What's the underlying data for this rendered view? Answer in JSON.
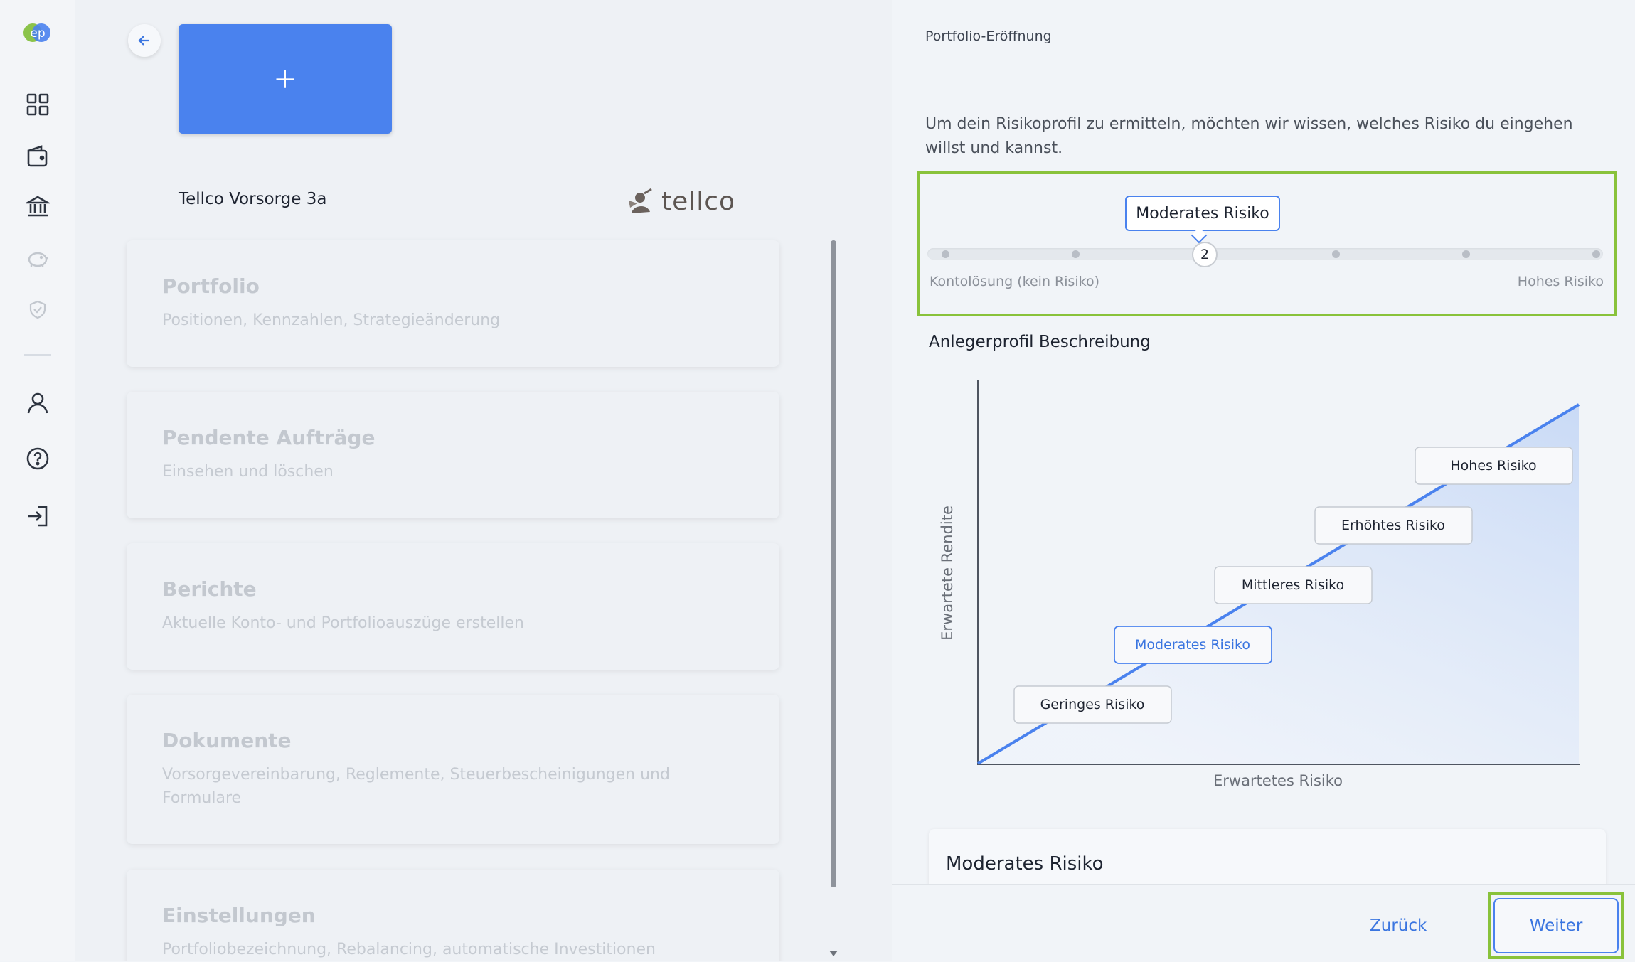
{
  "rail": {
    "logo_text": "ep",
    "icons": [
      "dashboard-icon",
      "wallet-icon",
      "bank-icon",
      "piggy-bank-icon",
      "shield-icon",
      "user-icon",
      "help-icon",
      "logout-icon"
    ]
  },
  "account": {
    "name": "Tellco Vorsorge 3a",
    "brand": "tellco",
    "add_symbol": "+"
  },
  "menu": [
    {
      "title": "Portfolio",
      "subtitle": "Positionen, Kennzahlen, Strategieänderung"
    },
    {
      "title": "Pendente Aufträge",
      "subtitle": "Einsehen und löschen"
    },
    {
      "title": "Berichte",
      "subtitle": "Aktuelle Konto- und Portfolioauszüge erstellen"
    },
    {
      "title": "Dokumente",
      "subtitle": "Vorsorgevereinbarung, Reglemente, Steuerbescheinigungen und Formulare"
    },
    {
      "title": "Einstellungen",
      "subtitle": "Portfoliobezeichnung, Rebalancing, automatische Investitionen"
    }
  ],
  "right": {
    "breadcrumb": "Portfolio-Eröffnung",
    "intro": "Um dein Risikoprofil zu ermitteln, möchten wir wissen, welches Risiko du eingehen willst und kannst.",
    "slider": {
      "tooltip": "Moderates Risiko",
      "value": "2",
      "min_label": "Kontolösung (kein Risiko)",
      "max_label": "Hohes Risiko",
      "steps": 6,
      "selected_index": 2
    },
    "section_title": "Anlegerprofil Beschreibung",
    "chart": {
      "ylabel": "Erwartete Rendite",
      "xlabel": "Erwartetes Risiko",
      "levels": [
        "Geringes Risiko",
        "Moderates Risiko",
        "Mittleres Risiko",
        "Erhöhtes Risiko",
        "Hohes Risiko"
      ],
      "selected_level": "Moderates Risiko"
    },
    "detail_title": "Moderates Risiko",
    "buttons": {
      "back": "Zurück",
      "next": "Weiter"
    }
  },
  "colors": {
    "accent": "#4a82ee",
    "highlight": "#89c23b"
  }
}
